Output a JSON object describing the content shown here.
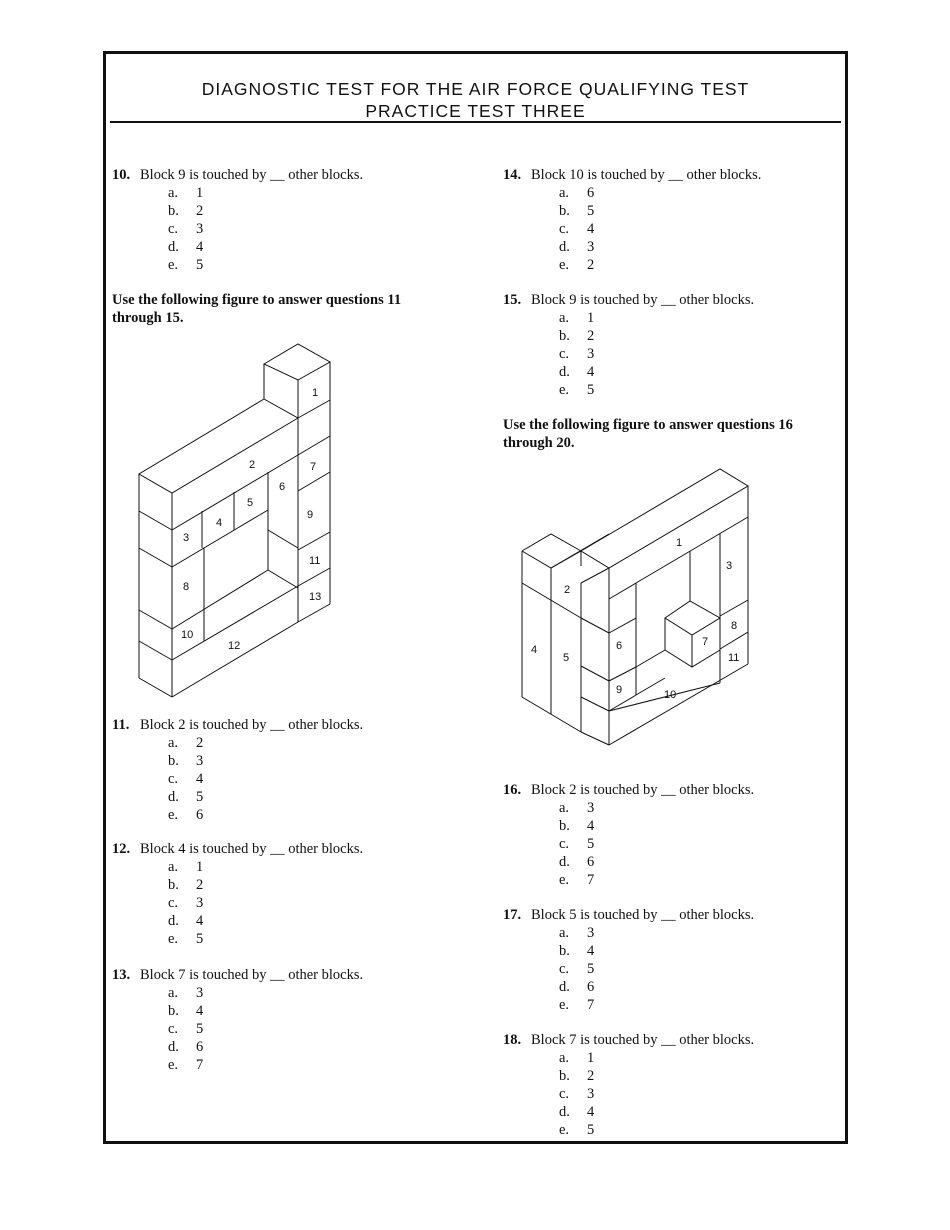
{
  "header": {
    "line1": "DIAGNOSTIC TEST FOR THE AIR FORCE QUALIFYING TEST",
    "line2": "PRACTICE TEST THREE"
  },
  "left": {
    "q10": {
      "num": "10.",
      "text": "Block 9 is touched by __ other blocks.",
      "options": [
        {
          "letter": "a.",
          "value": "1"
        },
        {
          "letter": "b.",
          "value": "2"
        },
        {
          "letter": "c.",
          "value": "3"
        },
        {
          "letter": "d.",
          "value": "4"
        },
        {
          "letter": "e.",
          "value": "5"
        }
      ]
    },
    "instruction1": "Use the following figure to answer questions 11 through 15.",
    "figure1_labels": [
      "1",
      "2",
      "3",
      "4",
      "5",
      "6",
      "7",
      "8",
      "9",
      "10",
      "11",
      "12",
      "13"
    ],
    "q11": {
      "num": "11.",
      "text": "Block 2 is touched by __ other blocks.",
      "options": [
        {
          "letter": "a.",
          "value": "2"
        },
        {
          "letter": "b.",
          "value": "3"
        },
        {
          "letter": "c.",
          "value": "4"
        },
        {
          "letter": "d.",
          "value": "5"
        },
        {
          "letter": "e.",
          "value": "6"
        }
      ]
    },
    "q12": {
      "num": "12.",
      "text": "Block 4 is touched by __ other blocks.",
      "options": [
        {
          "letter": "a.",
          "value": "1"
        },
        {
          "letter": "b.",
          "value": "2"
        },
        {
          "letter": "c.",
          "value": "3"
        },
        {
          "letter": "d.",
          "value": "4"
        },
        {
          "letter": "e.",
          "value": "5"
        }
      ]
    },
    "q13": {
      "num": "13.",
      "text": "Block 7 is touched by __ other blocks.",
      "options": [
        {
          "letter": "a.",
          "value": "3"
        },
        {
          "letter": "b.",
          "value": "4"
        },
        {
          "letter": "c.",
          "value": "5"
        },
        {
          "letter": "d.",
          "value": "6"
        },
        {
          "letter": "e.",
          "value": "7"
        }
      ]
    }
  },
  "right": {
    "q14": {
      "num": "14.",
      "text": "Block 10 is touched by __ other blocks.",
      "options": [
        {
          "letter": "a.",
          "value": "6"
        },
        {
          "letter": "b.",
          "value": "5"
        },
        {
          "letter": "c.",
          "value": "4"
        },
        {
          "letter": "d.",
          "value": "3"
        },
        {
          "letter": "e.",
          "value": "2"
        }
      ]
    },
    "q15": {
      "num": "15.",
      "text": "Block 9 is touched by __ other blocks.",
      "options": [
        {
          "letter": "a.",
          "value": "1"
        },
        {
          "letter": "b.",
          "value": "2"
        },
        {
          "letter": "c.",
          "value": "3"
        },
        {
          "letter": "d.",
          "value": "4"
        },
        {
          "letter": "e.",
          "value": "5"
        }
      ]
    },
    "instruction2": "Use the following figure to answer questions 16 through 20.",
    "figure2_labels": [
      "1",
      "2",
      "3",
      "4",
      "5",
      "6",
      "7",
      "8",
      "9",
      "10",
      "11"
    ],
    "q16": {
      "num": "16.",
      "text": "Block 2 is touched by __ other blocks.",
      "options": [
        {
          "letter": "a.",
          "value": "3"
        },
        {
          "letter": "b.",
          "value": "4"
        },
        {
          "letter": "c.",
          "value": "5"
        },
        {
          "letter": "d.",
          "value": "6"
        },
        {
          "letter": "e.",
          "value": "7"
        }
      ]
    },
    "q17": {
      "num": "17.",
      "text": "Block 5 is touched by __ other blocks.",
      "options": [
        {
          "letter": "a.",
          "value": "3"
        },
        {
          "letter": "b.",
          "value": "4"
        },
        {
          "letter": "c.",
          "value": "5"
        },
        {
          "letter": "d.",
          "value": "6"
        },
        {
          "letter": "e.",
          "value": "7"
        }
      ]
    },
    "q18": {
      "num": "18.",
      "text": "Block 7 is touched by __ other blocks.",
      "options": [
        {
          "letter": "a.",
          "value": "1"
        },
        {
          "letter": "b.",
          "value": "2"
        },
        {
          "letter": "c.",
          "value": "3"
        },
        {
          "letter": "d.",
          "value": "4"
        },
        {
          "letter": "e.",
          "value": "5"
        }
      ]
    }
  }
}
